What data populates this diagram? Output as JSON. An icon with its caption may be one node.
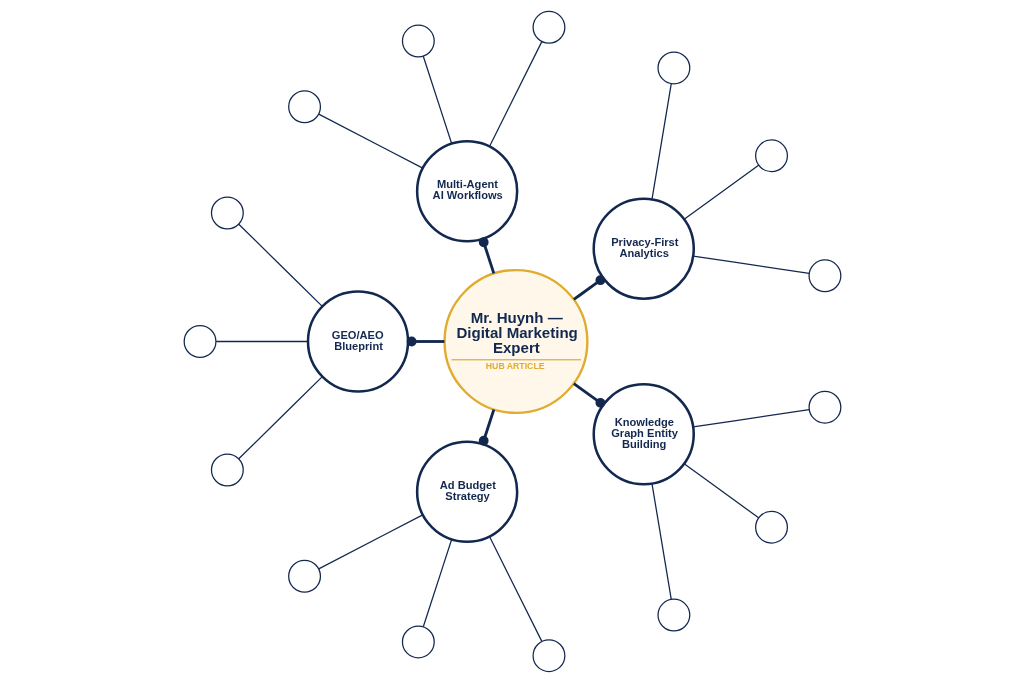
{
  "diagram": {
    "nodes": [
      {
        "text": [
          "Privacy-First Analytics"
        ]
      },
      {
        "text": [
          "Multi-Agent AI Workflows"
        ]
      },
      {
        "text": [
          "Mr. Huynh — Digital Marketing Expert",
          "HUB ARTICLE"
        ]
      },
      {
        "text": [
          "GEO/AEO Blueprint"
        ]
      },
      {
        "text": [
          "Ad Budget Strategy"
        ]
      },
      {
        "text": [
          "Knowledge Graph Entity Building"
        ]
      },
      {
        "text": [],
        "shape": "circle"
      },
      {
        "text": [],
        "shape": "circle"
      },
      {
        "text": [],
        "shape": "circle"
      },
      {
        "text": [],
        "shape": "circle"
      },
      {
        "text": [],
        "shape": "circle"
      },
      {
        "text": [],
        "shape": "circle"
      },
      {
        "text": [],
        "shape": "circle"
      },
      {
        "text": [],
        "shape": "circle"
      },
      {
        "text": [],
        "shape": "circle"
      },
      {
        "text": [],
        "shape": "circle"
      },
      {
        "text": [],
        "shape": "circle"
      },
      {
        "text": [],
        "shape": "circle"
      },
      {
        "text": [],
        "shape": "circle"
      },
      {
        "text": [],
        "shape": "circle"
      },
      {
        "text": [],
        "shape": "circle"
      }
    ],
    "edges": [
      {
        "from": 2,
        "to": 0,
        "arrow": "other",
        "style": "thick"
      },
      {
        "from": 2,
        "to": 1,
        "arrow": "other",
        "style": "thick"
      },
      {
        "from": 2,
        "to": 3,
        "arrow": "other",
        "style": "thick"
      },
      {
        "from": 2,
        "to": 4,
        "arrow": "other",
        "style": "thick"
      },
      {
        "from": 2,
        "to": 5,
        "arrow": "other",
        "style": "thick"
      },
      {
        "from": 0,
        "to": 6,
        "arrow": "none"
      },
      {
        "from": 0,
        "to": 7,
        "arrow": "none"
      },
      {
        "from": 0,
        "to": 8,
        "arrow": "none"
      },
      {
        "from": 1,
        "to": 9,
        "arrow": "none"
      },
      {
        "from": 1,
        "to": 10,
        "arrow": "none"
      },
      {
        "from": 1,
        "to": 11,
        "arrow": "none"
      },
      {
        "from": 3,
        "to": 12,
        "arrow": "none"
      },
      {
        "from": 3,
        "to": 13,
        "arrow": "none"
      },
      {
        "from": 3,
        "to": 14,
        "arrow": "none"
      },
      {
        "from": 4,
        "to": 15,
        "arrow": "none"
      },
      {
        "from": 4,
        "to": 16,
        "arrow": "none"
      },
      {
        "from": 4,
        "to": 17,
        "arrow": "none"
      },
      {
        "from": 5,
        "to": 18,
        "arrow": "none"
      },
      {
        "from": 5,
        "to": 19,
        "arrow": "none"
      },
      {
        "from": 5,
        "to": 20,
        "arrow": "none"
      }
    ]
  }
}
